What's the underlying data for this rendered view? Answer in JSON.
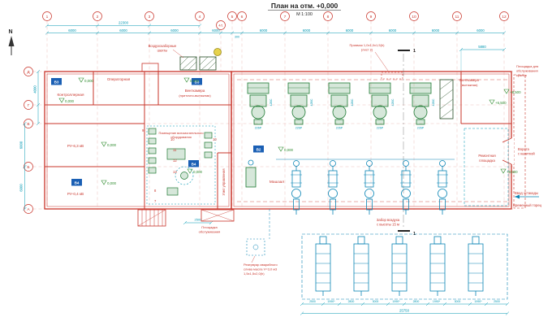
{
  "title": {
    "text": "План на отм. +0,000",
    "scale": "М 1:100"
  },
  "north": "N",
  "axes": {
    "cols": [
      "1",
      "2",
      "3",
      "4",
      "4/1",
      "5",
      "6",
      "7",
      "8",
      "9",
      "10",
      "11",
      "12"
    ],
    "rows": [
      "Д",
      "Г",
      "В",
      "Б",
      "А"
    ]
  },
  "dims": {
    "top_total": "22300",
    "d6000": "6000",
    "d300": "300",
    "d5880": "5880",
    "left_4000": "4000",
    "bottom_segments": [
      "2500",
      "1990*",
      "2800",
      "3000",
      "1990*",
      "2800",
      "1990*",
      "3000",
      "1990*",
      "2500"
    ],
    "bottom_total": "25750",
    "d2500": "2500"
  },
  "badges": {
    "v3": "В3",
    "v4": "В4",
    "v2": "В2"
  },
  "rooms": {
    "controller": "Контроллерная",
    "operator": "Операторная",
    "vent_supply_1": "Венткамера",
    "vent_supply_2": "(приточно-вытяжная)",
    "ru63": "РУ-6,3 кВ",
    "ru04": "РУ-0,4 кВ",
    "aux_1": "Помещение вспомогательного",
    "aux_2": "оборудования",
    "control_unit": "Узел управления",
    "machine_hall": "Машзал",
    "vent_exhaust_1": "Венткамера",
    "vent_exhaust_2": "(вытяжная)",
    "repair_1": "Ремонтная",
    "repair_2": "площадка"
  },
  "annotations": {
    "air_shafts_1": "Воздухозаборные",
    "air_shafts_2": "шахты",
    "pit_1": "Приямок 1,0х1,0х1,5(h)",
    "pit_2": "(лист 2)",
    "crane_platform_1": "Площадка для",
    "crane_platform_2": "обслуживания",
    "crane_platform_3": "кранов",
    "gate_1": "Ворота",
    "gate_2": "с калиткой",
    "rack_entry": "Ввод эстакады",
    "temp_end": "Временный торец",
    "air_intake_1": "Забор воздуха",
    "air_intake_2": "с высоты 15 м",
    "tank_1": "Резервуар аварийного",
    "tank_2": "слива масла V=3,0 м3",
    "tank_3": "1,5х1,5х2,0(h)",
    "service_platform_1": "Площадка",
    "service_platform_2": "обслуживания",
    "section_mark": "1"
  },
  "elevations": {
    "zero": "0,000",
    "p65": "+6,500",
    "p85": "+8,500"
  },
  "equipment": {
    "side_tag": "42ВС",
    "below_tag": "226Р"
  },
  "positions": [
    "9",
    "10",
    "10",
    "11",
    "12",
    "13",
    "8",
    "7"
  ],
  "colors": {
    "walls": "#c9342a",
    "dimensions": "#0097b2",
    "equipment_green": "#1e7a33",
    "equipment_cyan": "#0a85b5",
    "elevation_green": "#2e8b2e",
    "badge_blue": "#1a5fb4"
  }
}
